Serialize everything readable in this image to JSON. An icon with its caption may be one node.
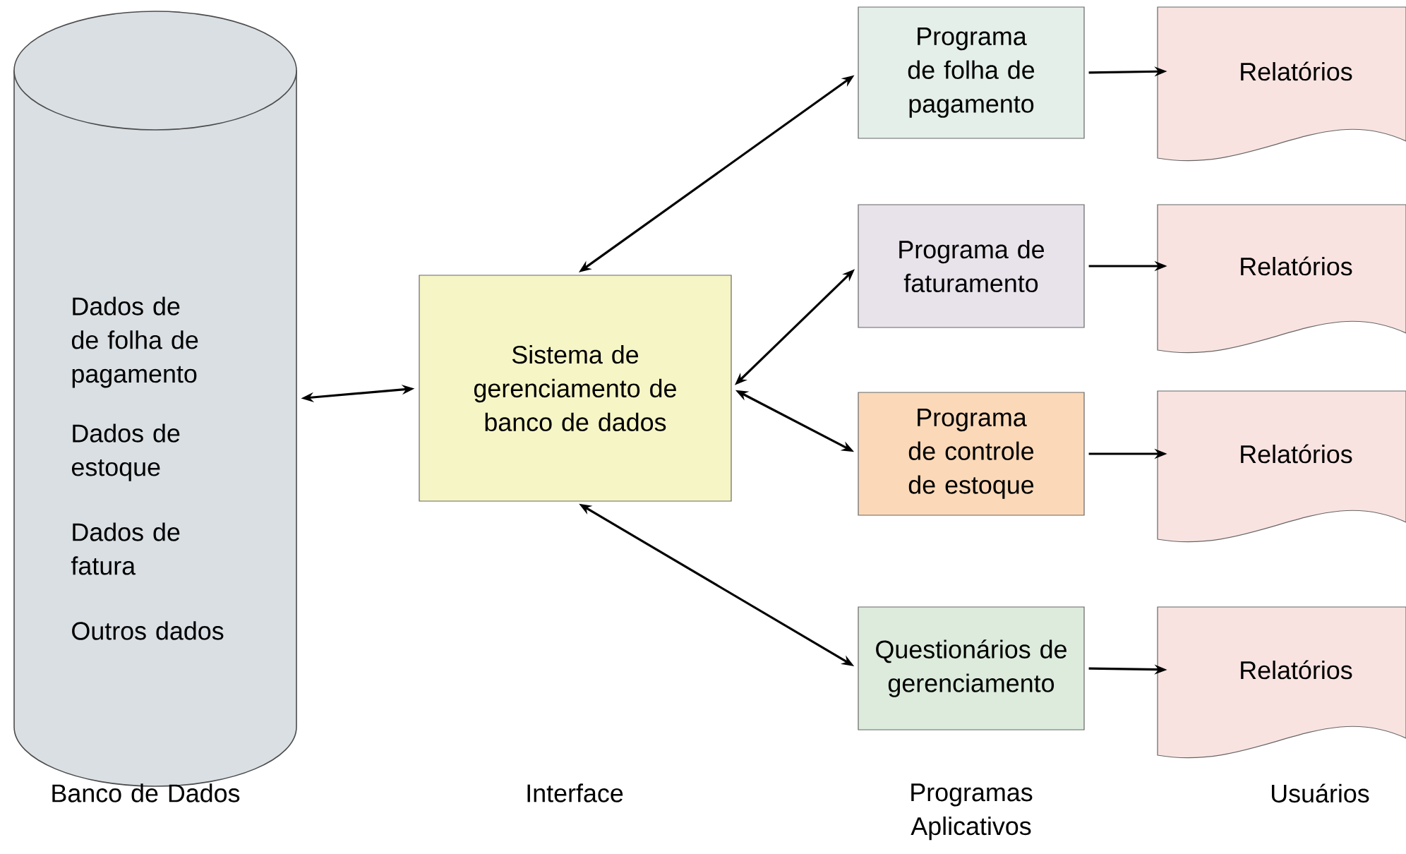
{
  "diagram": {
    "nodes": [
      {
        "text": [
          "Dados de de folha de pagamento",
          "Dados de estoque",
          "Dados de fatura",
          "Outros dados"
        ]
      },
      {
        "text": [
          "Sistema de gerenciamento de banco de dados"
        ]
      },
      {
        "text": [
          "Programa de folha de pagamento"
        ]
      },
      {
        "text": [
          "Programa de faturamento"
        ]
      },
      {
        "text": [
          "Programa de controle de estoque"
        ]
      },
      {
        "text": [
          "Questionários de gerenciamento"
        ]
      },
      {
        "text": [
          "Relatórios"
        ]
      },
      {
        "text": [
          "Relatórios"
        ]
      },
      {
        "text": [
          "Relatórios"
        ]
      },
      {
        "text": [
          "Relatórios"
        ]
      }
    ],
    "edges": [
      {
        "from": 0,
        "to": 1,
        "arrow": "both"
      },
      {
        "from": 1,
        "to": 2,
        "arrow": "both"
      },
      {
        "from": 1,
        "to": 3,
        "arrow": "both"
      },
      {
        "from": 1,
        "to": 4,
        "arrow": "both"
      },
      {
        "from": 1,
        "to": 5,
        "arrow": "both"
      },
      {
        "from": 2,
        "to": 6,
        "arrow": "to"
      },
      {
        "from": 3,
        "to": 7,
        "arrow": "to"
      },
      {
        "from": 4,
        "to": 8,
        "arrow": "to"
      },
      {
        "from": 5,
        "to": 9,
        "arrow": "to"
      }
    ],
    "labels": [
      "Banco de Dados",
      "Interface",
      "Programas Aplicativos",
      "Usuários"
    ]
  }
}
